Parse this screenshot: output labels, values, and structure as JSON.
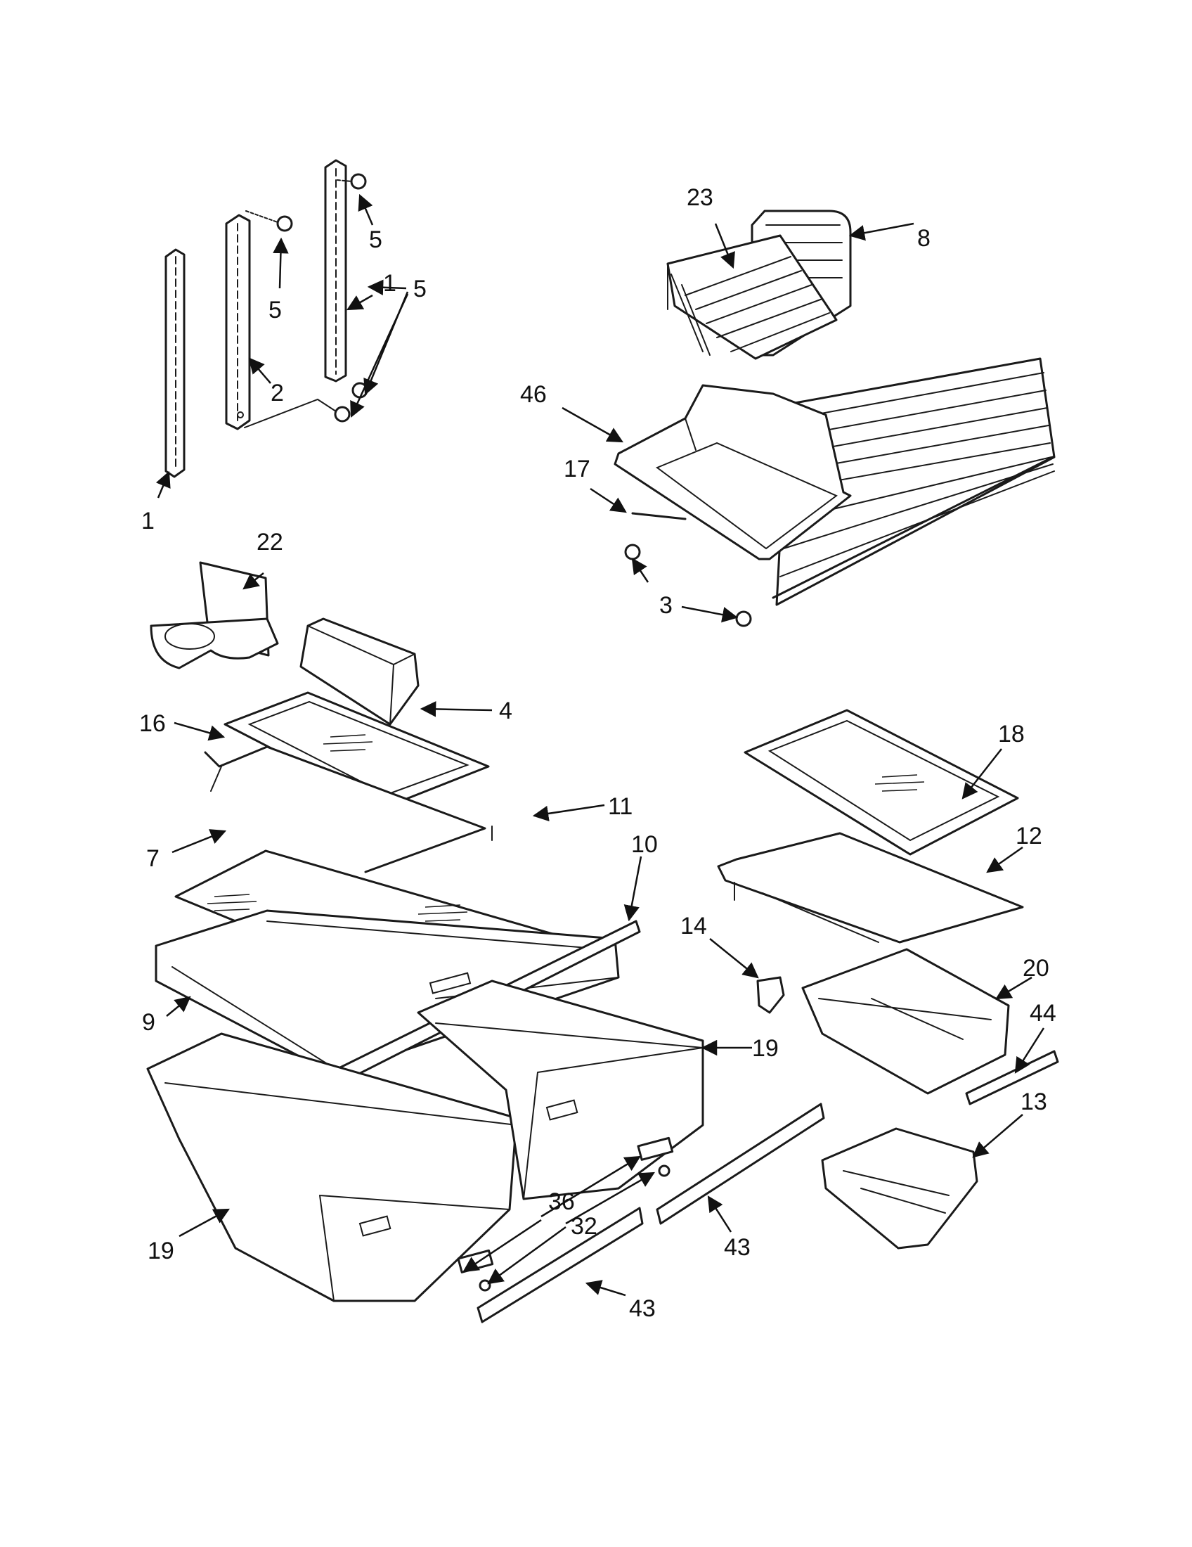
{
  "callouts": [
    {
      "id": "c1",
      "text": "1"
    },
    {
      "id": "c2",
      "text": "1"
    },
    {
      "id": "c3",
      "text": "2"
    },
    {
      "id": "c4",
      "text": "5"
    },
    {
      "id": "c5",
      "text": "5"
    },
    {
      "id": "c6",
      "text": "5"
    },
    {
      "id": "c7",
      "text": "23"
    },
    {
      "id": "c8",
      "text": "8"
    },
    {
      "id": "c9",
      "text": "46"
    },
    {
      "id": "c10",
      "text": "17"
    },
    {
      "id": "c11",
      "text": "3"
    },
    {
      "id": "c12",
      "text": "22"
    },
    {
      "id": "c13",
      "text": "4"
    },
    {
      "id": "c14",
      "text": "16"
    },
    {
      "id": "c15",
      "text": "11"
    },
    {
      "id": "c16",
      "text": "7"
    },
    {
      "id": "c17",
      "text": "10"
    },
    {
      "id": "c18",
      "text": "9"
    },
    {
      "id": "c19",
      "text": "19"
    },
    {
      "id": "c20",
      "text": "19"
    },
    {
      "id": "c21",
      "text": "18"
    },
    {
      "id": "c22",
      "text": "12"
    },
    {
      "id": "c23",
      "text": "14"
    },
    {
      "id": "c24",
      "text": "20"
    },
    {
      "id": "c25",
      "text": "44"
    },
    {
      "id": "c26",
      "text": "13"
    },
    {
      "id": "c27",
      "text": "36"
    },
    {
      "id": "c28",
      "text": "32"
    },
    {
      "id": "c29",
      "text": "43"
    },
    {
      "id": "c30",
      "text": "43"
    }
  ],
  "colors": {
    "ink": "#1a1a1a",
    "paper": "#ffffff"
  }
}
